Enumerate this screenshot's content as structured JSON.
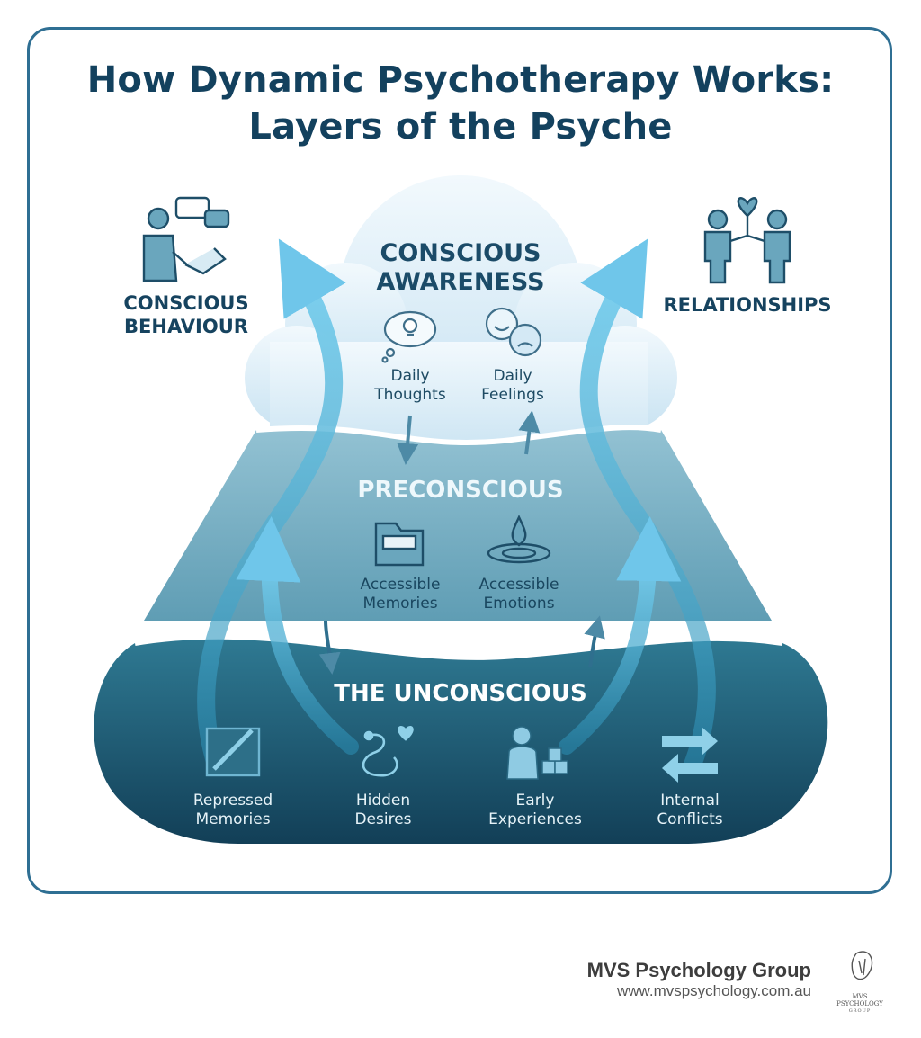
{
  "title": {
    "line1": "How Dynamic Psychotherapy Works:",
    "line2": "Layers of the Psyche"
  },
  "layers": {
    "conscious": {
      "heading_line1": "CONSCIOUS",
      "heading_line2": "AWARENESS",
      "items": [
        {
          "line1": "Daily",
          "line2": "Thoughts",
          "icon": "thought-bubble-lightbulb-icon"
        },
        {
          "line1": "Daily",
          "line2": "Feelings",
          "icon": "happy-sad-faces-icon"
        }
      ]
    },
    "preconscious": {
      "heading": "PRECONSCIOUS",
      "items": [
        {
          "line1": "Accessible",
          "line2": "Memories",
          "icon": "folder-icon"
        },
        {
          "line1": "Accessible",
          "line2": "Emotions",
          "icon": "water-drop-icon"
        }
      ]
    },
    "unconscious": {
      "heading": "THE UNCONSCIOUS",
      "items": [
        {
          "line1": "Repressed",
          "line2": "Memories",
          "icon": "chained-box-icon"
        },
        {
          "line1": "Hidden",
          "line2": "Desires",
          "icon": "snake-heart-icon"
        },
        {
          "line1": "Early",
          "line2": "Experiences",
          "icon": "child-blocks-icon"
        },
        {
          "line1": "Internal",
          "line2": "Conflicts",
          "icon": "opposing-arrows-icon"
        }
      ]
    }
  },
  "outcomes": {
    "left": {
      "line1": "CONSCIOUS",
      "line2": "BEHAVIOUR",
      "icon": "handshake-speech-icon"
    },
    "right": {
      "label": "RELATIONSHIPS",
      "icon": "two-people-heart-icon"
    }
  },
  "footer": {
    "brand_name": "MVS Psychology Group",
    "url": "www.mvspsychology.com.au",
    "logo_line1": "MVS",
    "logo_line2": "PSYCHOLOGY",
    "logo_line3": "GROUP"
  },
  "colors": {
    "title": "#13415e",
    "frame": "#2f6f93",
    "conscious_layer": "#dceef8",
    "preconscious_layer": "#78afc3",
    "unconscious_layer": "#1f5f78",
    "arrow": "#5fb8dc"
  }
}
